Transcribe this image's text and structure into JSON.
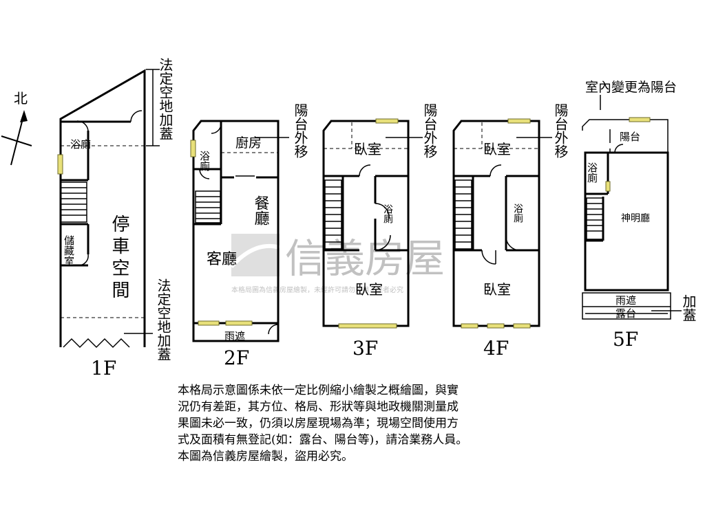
{
  "compass": {
    "north": "北"
  },
  "watermark": {
    "brand": "信義房屋",
    "notice": "本格局圖為信義房屋繪製，未經許可請勿盜用，違者必究"
  },
  "floors": {
    "f1": {
      "label": "1F",
      "bath": "浴廁",
      "storage": "儲藏室",
      "parking": "停車空間",
      "top_note": "法定空地加蓋",
      "bottom_note": "法定空地加蓋"
    },
    "f2": {
      "label": "2F",
      "bath": "浴廁",
      "kitchen": "廚房",
      "dining": "餐廳",
      "living": "客廳",
      "awning": "雨遮",
      "balcony_note": "陽台外移"
    },
    "f3": {
      "label": "3F",
      "bedroom_front": "臥室",
      "bath": "浴廁",
      "bedroom_back": "臥室",
      "balcony_note": "陽台外移"
    },
    "f4": {
      "label": "4F",
      "bedroom_front": "臥室",
      "bath": "浴廁",
      "bedroom_back": "臥室",
      "balcony_note": "陽台外移"
    },
    "f5": {
      "label": "5F",
      "top_note": "室內變更為陽台",
      "balcony": "陽台",
      "bath": "浴廁",
      "shrine": "神明廳",
      "awning": "雨遮",
      "terrace": "露台",
      "side_note": "加蓋"
    }
  },
  "disclaimer": [
    "本格局示意圖係未依一定比例縮小繪製之概繪圖，與實",
    "況仍有差距，其方位、格局、形狀等與地政機關測量成",
    "果圖未必一致，仍須以房屋現場為準；現場空間使用方",
    "式及面積有無登記(如：露台、陽台等)，請洽業務人員。",
    "本圖為信義房屋繪製，盜用必究。"
  ]
}
